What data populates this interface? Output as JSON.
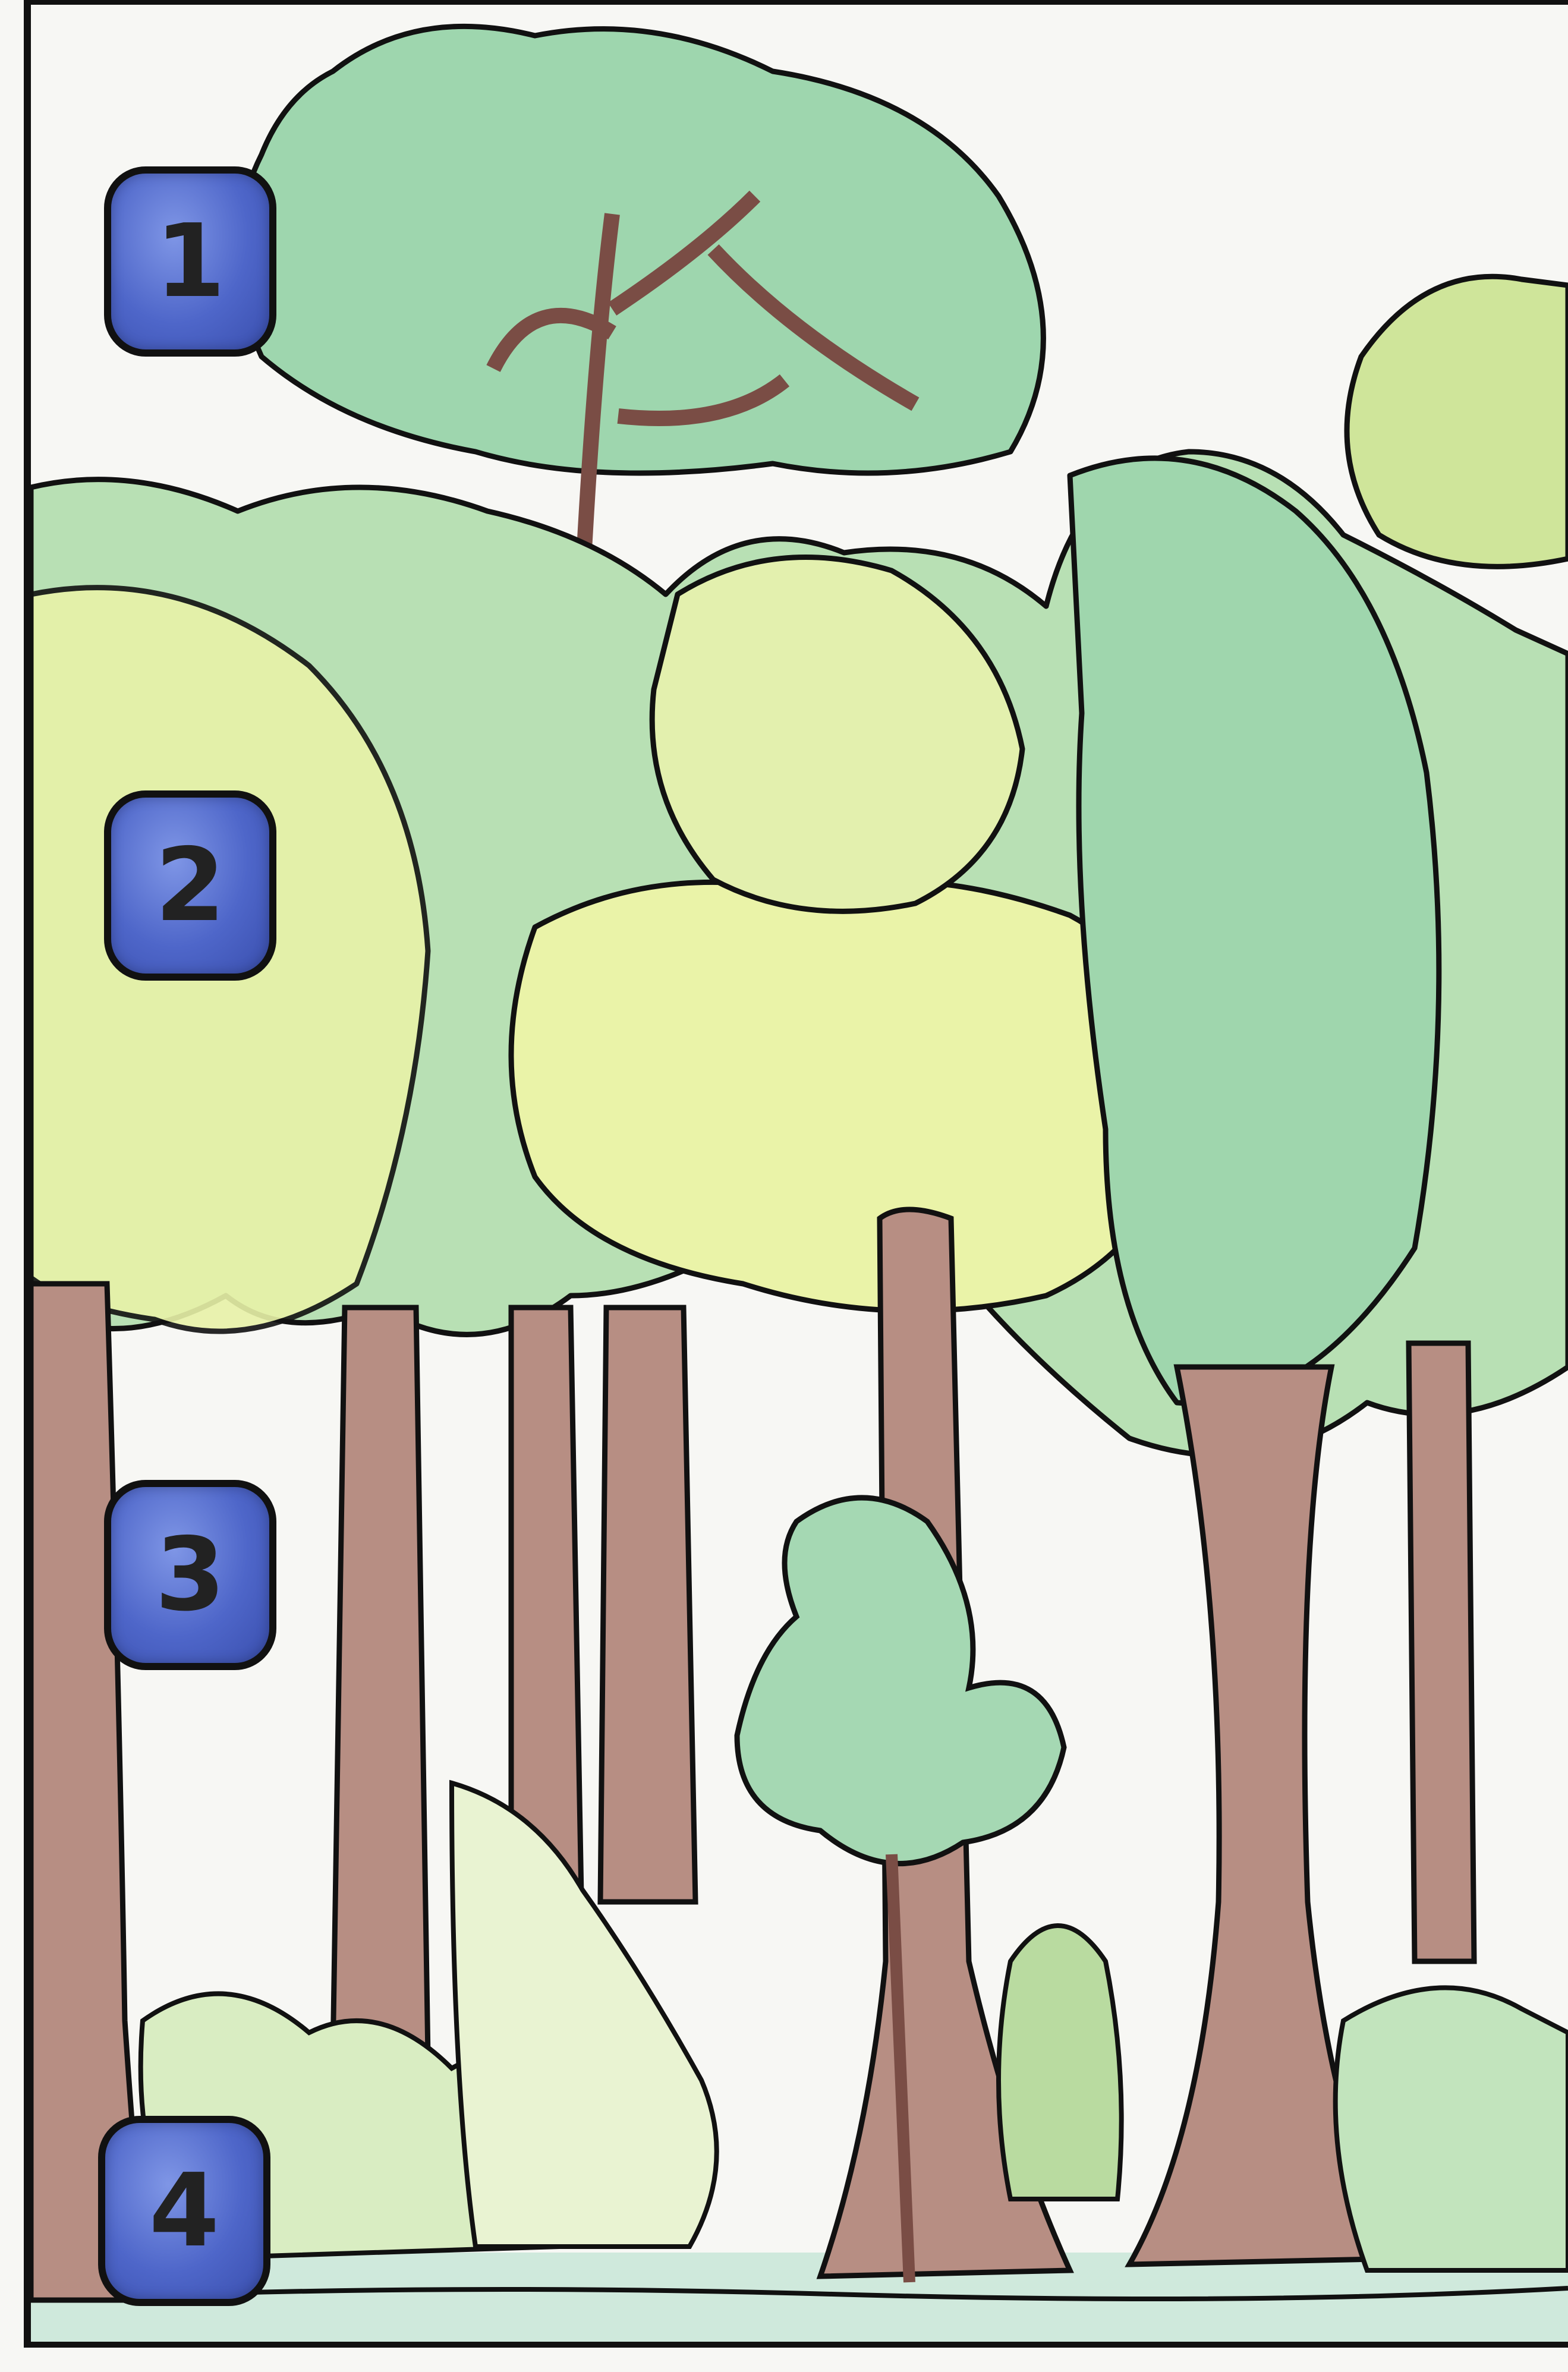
{
  "markers": [
    {
      "id": "1",
      "label": "1"
    },
    {
      "id": "2",
      "label": "2"
    },
    {
      "id": "3",
      "label": "3"
    },
    {
      "id": "4",
      "label": "4"
    }
  ],
  "colors": {
    "marker_fill": "#5169cf",
    "trunk": "#a77a6e",
    "leaf_green": "#8fd0a4",
    "leaf_lime": "#e8f2a0",
    "ground": "#cfe9dc",
    "outline": "#111111"
  }
}
